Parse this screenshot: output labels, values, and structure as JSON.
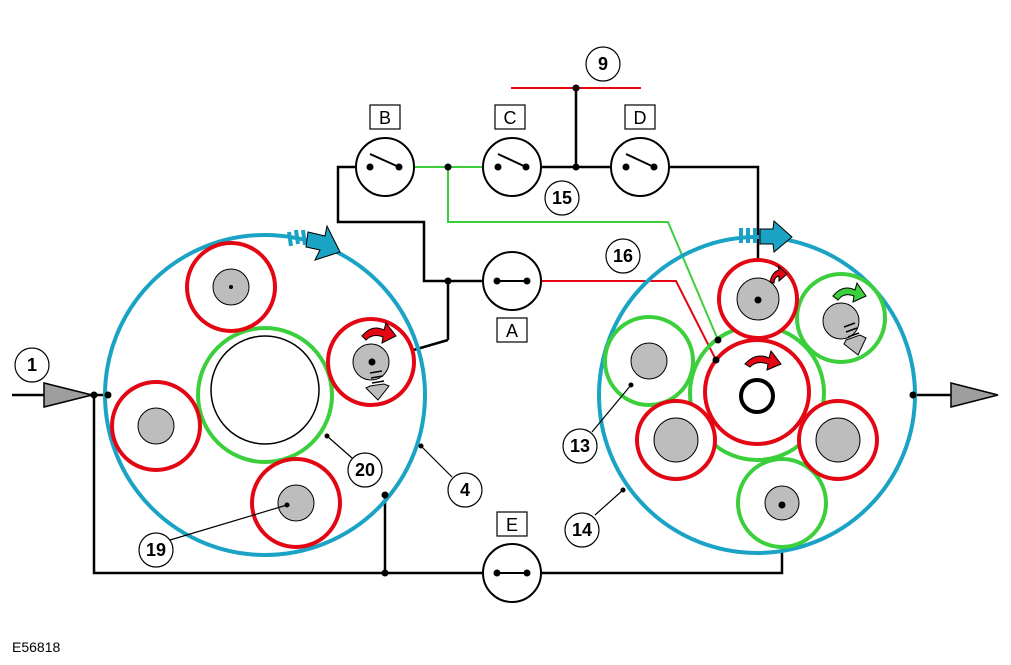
{
  "colors": {
    "ring": "#1aa3c4",
    "red": "#e30613",
    "green": "#3ccf3c",
    "gray": "#bdbdbd",
    "blue_arrow": "#1aa3c4",
    "black": "#000000"
  },
  "callouts": {
    "c1": "1",
    "c4": "4",
    "c9": "9",
    "c13": "13",
    "c14": "14",
    "c15": "15",
    "c16": "16",
    "c19": "19",
    "c20": "20"
  },
  "switches": {
    "a": "A",
    "b": "B",
    "c": "C",
    "d": "D",
    "e": "E"
  },
  "figure_code": "E56818"
}
